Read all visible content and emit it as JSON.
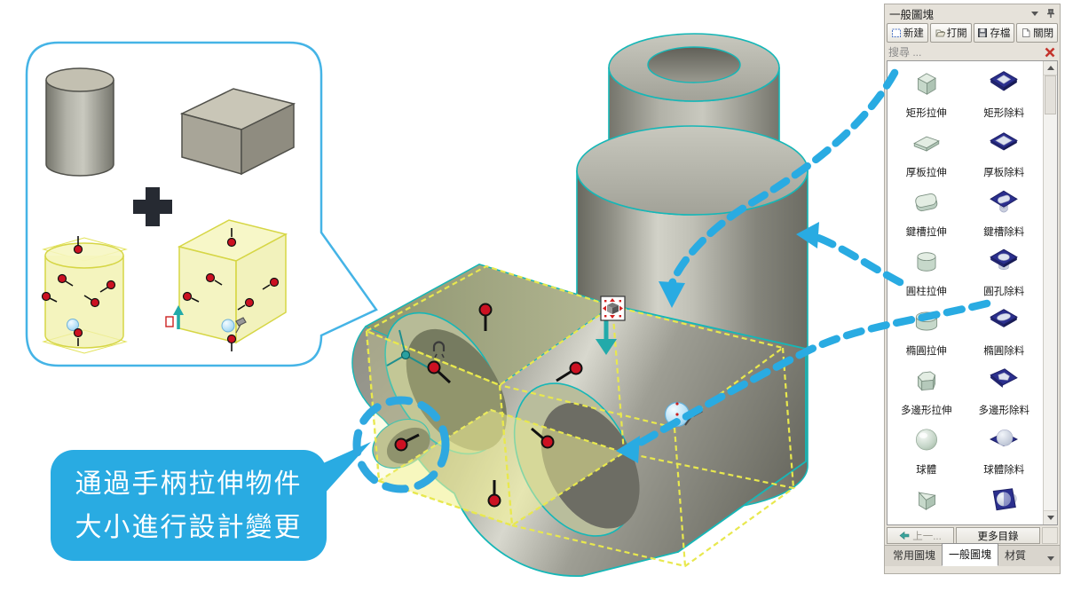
{
  "panel": {
    "title": "一般圖塊",
    "title_icons": [
      "dropdown-arrow-icon",
      "pin-icon"
    ],
    "toolbar": [
      {
        "label": "新建",
        "icon": "new-icon"
      },
      {
        "label": "打開",
        "icon": "open-icon"
      },
      {
        "label": "存檔",
        "icon": "save-icon"
      },
      {
        "label": "關閉",
        "icon": "close-icon"
      }
    ],
    "search_placeholder": "搜尋 ...",
    "clear_icon": "red-x-icon",
    "items": [
      {
        "label": "矩形拉伸",
        "icon": "cube-extrude"
      },
      {
        "label": "矩形除料",
        "icon": "rect-cut"
      },
      {
        "label": "厚板拉伸",
        "icon": "slab-extrude"
      },
      {
        "label": "厚板除料",
        "icon": "slab-cut"
      },
      {
        "label": "鍵槽拉伸",
        "icon": "keyseat-extrude"
      },
      {
        "label": "鍵槽除料",
        "icon": "keyseat-cut"
      },
      {
        "label": "圓柱拉伸",
        "icon": "cylinder-extrude"
      },
      {
        "label": "圓孔除料",
        "icon": "hole-cut"
      },
      {
        "label": "橢圓拉伸",
        "icon": "ellipse-extrude"
      },
      {
        "label": "橢圓除料",
        "icon": "ellipse-cut"
      },
      {
        "label": "多邊形拉伸",
        "icon": "polygon-extrude"
      },
      {
        "label": "多邊形除料",
        "icon": "polygon-cut"
      },
      {
        "label": "球體",
        "icon": "sphere"
      },
      {
        "label": "球體除料",
        "icon": "sphere-cut"
      },
      {
        "label": "",
        "icon": "wedge-extrude"
      },
      {
        "label": "",
        "icon": "sphere-hole-cut"
      }
    ],
    "footer": {
      "back_label": "上一...",
      "more_label": "更多目錄"
    },
    "tabs": [
      {
        "label": "常用圖塊",
        "active": false
      },
      {
        "label": "一般圖塊",
        "active": true
      },
      {
        "label": "材質",
        "active": false
      }
    ]
  },
  "bubble": {
    "line1": "通過手柄拉伸物件",
    "line2": "大小進行設計變更"
  },
  "colors": {
    "annotation_blue": "#29abe2",
    "edge_cyan": "#15b7b7",
    "ghost_yellow": "#f0f080",
    "catalog_navy": "#2b2f8e",
    "handle_red": "#cc1122"
  }
}
